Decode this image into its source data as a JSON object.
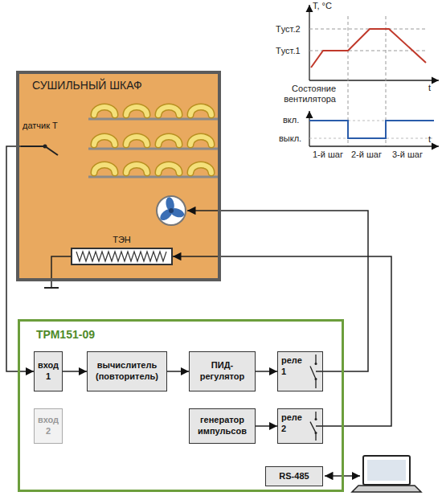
{
  "diagram": {
    "nodes": [
      {
        "text": [
          "СУШИЛЬНЫЙ ШКАФ"
        ]
      },
      {
        "text": [
          "датчик Т"
        ],
        "in": 0
      },
      {
        "text": [
          "ТЭН"
        ],
        "in": 0
      },
      {
        "text": [
          "ТРМ151-09"
        ]
      },
      {
        "text": [
          "вход 1"
        ],
        "in": 3
      },
      {
        "text": [
          "вход 2"
        ],
        "in": 3
      },
      {
        "text": [
          "вычислитель (повторитель)"
        ],
        "in": 3
      },
      {
        "text": [
          "ПИД-регулятор"
        ],
        "in": 3
      },
      {
        "text": [
          "реле 1"
        ],
        "in": 3
      },
      {
        "text": [
          "генератор импульсов"
        ],
        "in": 3
      },
      {
        "text": [
          "реле 2"
        ],
        "in": 3
      },
      {
        "text": [
          "RS-485"
        ],
        "in": 3
      }
    ],
    "edges": [
      {
        "from": 1,
        "to": 4,
        "arrow": "to"
      },
      {
        "from": 4,
        "to": 6,
        "arrow": "to"
      },
      {
        "from": 6,
        "to": 7,
        "arrow": "to"
      },
      {
        "from": 7,
        "to": 8,
        "arrow": "to"
      },
      {
        "from": 9,
        "to": 10,
        "arrow": "to"
      },
      {
        "from": 10,
        "to": 2,
        "arrow": "to"
      }
    ],
    "labels": [
      "T, °C",
      "Tуст.2",
      "Tуст.1",
      "t",
      "Состояние вентилятора",
      "вкл.",
      "выкл.",
      "1-й шаг",
      "2-й шаг",
      "3-й шаг",
      "t"
    ]
  }
}
